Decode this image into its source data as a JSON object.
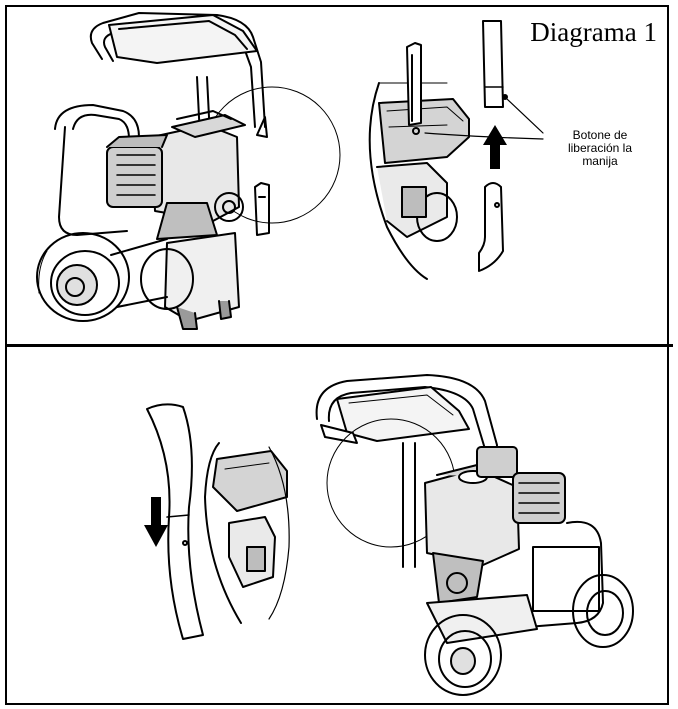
{
  "diagram": {
    "title": "Diagrama 1",
    "callout_lines": [
      "Botone de",
      "liberación la",
      "manija"
    ]
  },
  "colors": {
    "line": "#000000",
    "background": "#ffffff"
  },
  "icons": [
    "arrow-up-icon",
    "arrow-down-icon"
  ]
}
